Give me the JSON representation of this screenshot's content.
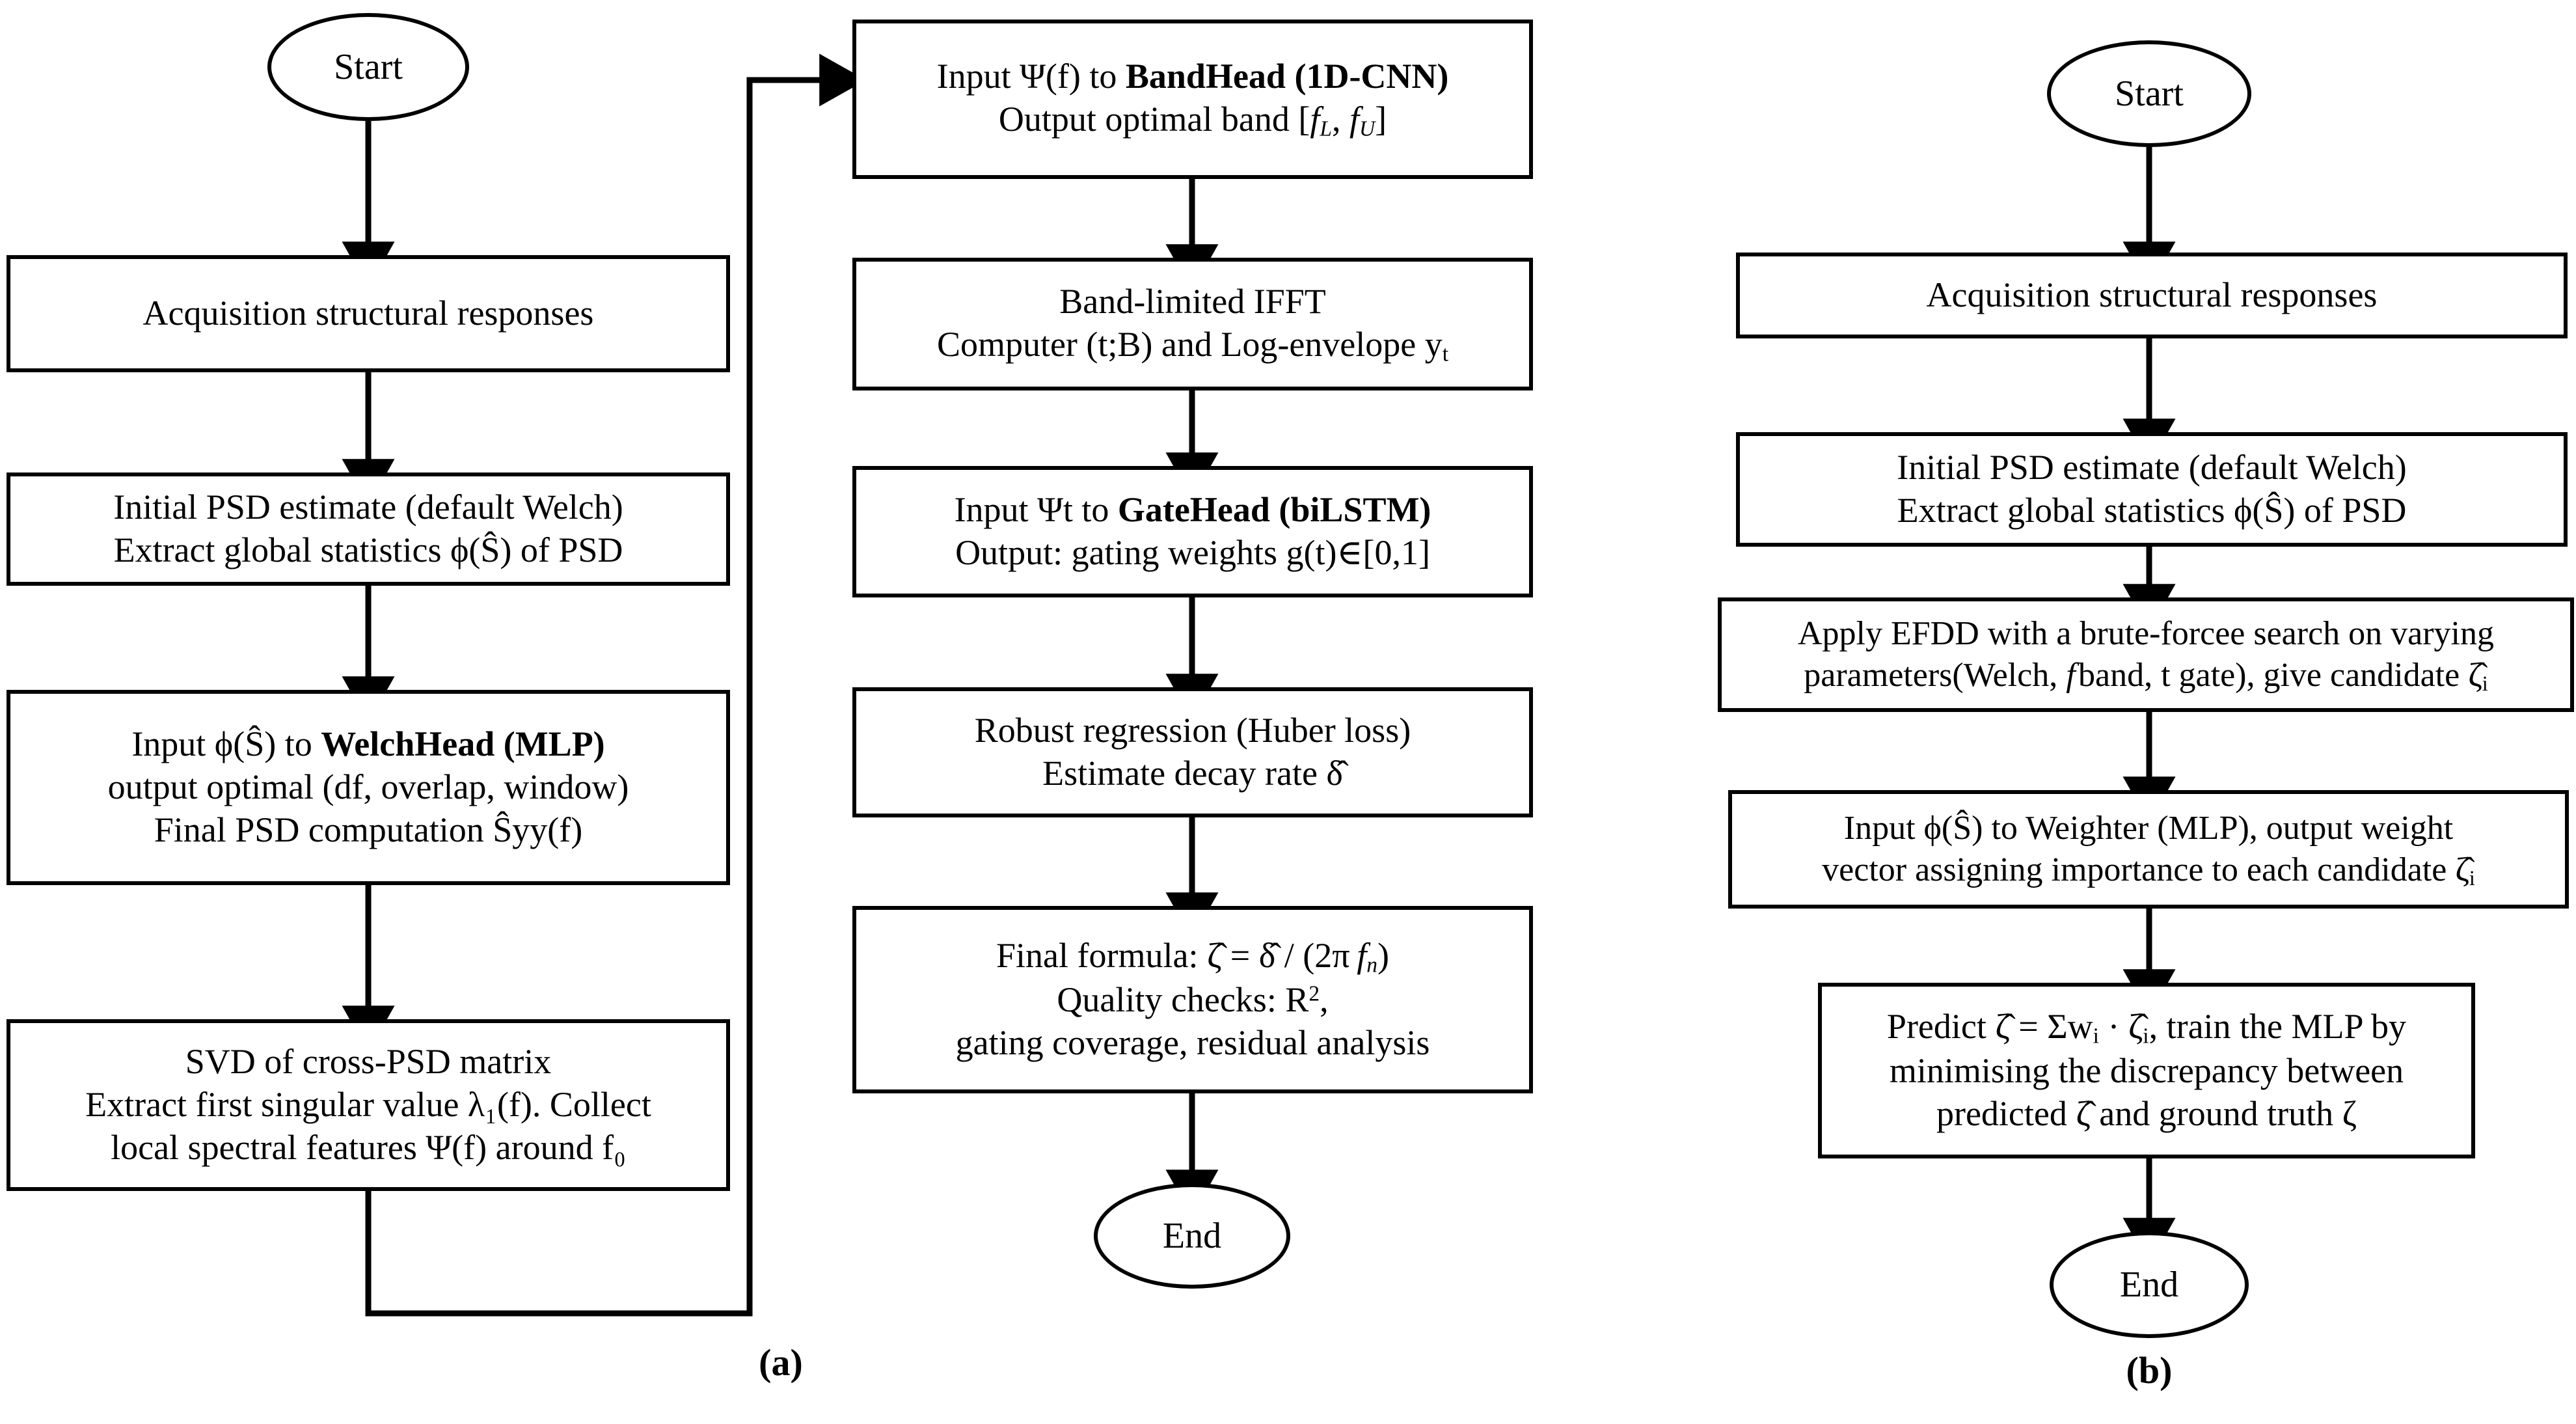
{
  "figure": {
    "panels": [
      {
        "id": "a",
        "label": "(a)"
      },
      {
        "id": "b",
        "label": "(b)"
      }
    ]
  },
  "panel_a": {
    "label": "(a)",
    "column_left": {
      "start": {
        "label": "Start"
      },
      "acquisition": {
        "line1": "Acquisition structural responses"
      },
      "initial_psd": {
        "line1": "Initial PSD estimate (default Welch)",
        "line2": "Extract global statistics ϕ(Ŝ) of PSD"
      },
      "welch_head": {
        "line1_pre": "Input ϕ(Ŝ) to ",
        "line1_bold": "WelchHead (MLP)",
        "line2": "output optimal (df, overlap, window)",
        "line3": "Final PSD computation Ŝyy(f)"
      },
      "svd": {
        "line1": "SVD of cross-PSD matrix",
        "line2": "Extract first singular value λ₁(f). Collect",
        "line3": "local spectral features Ψ(f) around f₀"
      }
    },
    "column_right": {
      "band_head": {
        "line1_pre": "Input Ψ(f) to ",
        "line1_bold": "BandHead (1D-CNN)",
        "line2": "Output optimal band [f_L, f_U]"
      },
      "ifft": {
        "line1": "Band-limited IFFT",
        "line2": "Computer (t;B) and Log-envelope y_t"
      },
      "gate_head": {
        "line1_pre": "Input Ψt to ",
        "line1_bold": "GateHead (biLSTM)",
        "line2": "Output: gating weights g(t)∈[0,1]"
      },
      "robust": {
        "line1": "Robust regression (Huber loss)",
        "line2": "Estimate decay rate δ̂"
      },
      "final": {
        "line1": "Final formula: ζ̂ = δ̂ / (2π f_n)",
        "line2": "Quality checks: R²,",
        "line3": "gating coverage, residual analysis"
      },
      "end": {
        "label": "End"
      }
    }
  },
  "panel_b": {
    "label": "(b)",
    "start": {
      "label": "Start"
    },
    "acquisition": {
      "line1": "Acquisition structural responses"
    },
    "initial_psd": {
      "line1": "Initial PSD estimate (default Welch)",
      "line2": "Extract global statistics ϕ(Ŝ) of PSD"
    },
    "efdd": {
      "line1": "Apply EFDD with a brute-forcee search on varying",
      "line2": "parameters(Welch, f band, t gate), give candidate ζ̂ᵢ"
    },
    "weighter": {
      "line1": "Input ϕ(Ŝ) to Weighter (MLP), output weight",
      "line2": "vector assigning importance to each candidate ζ̂ᵢ"
    },
    "predict": {
      "line1": "Predict ζ̂ = Σwᵢ · ζ̂ᵢ, train the MLP by",
      "line2": "minimising the discrepancy between",
      "line3": "predicted ζ̂ and ground truth ζ"
    },
    "end": {
      "label": "End"
    }
  },
  "style": {
    "stroke_color": "#000000",
    "fill_color": "#ffffff",
    "background": "#ffffff"
  }
}
